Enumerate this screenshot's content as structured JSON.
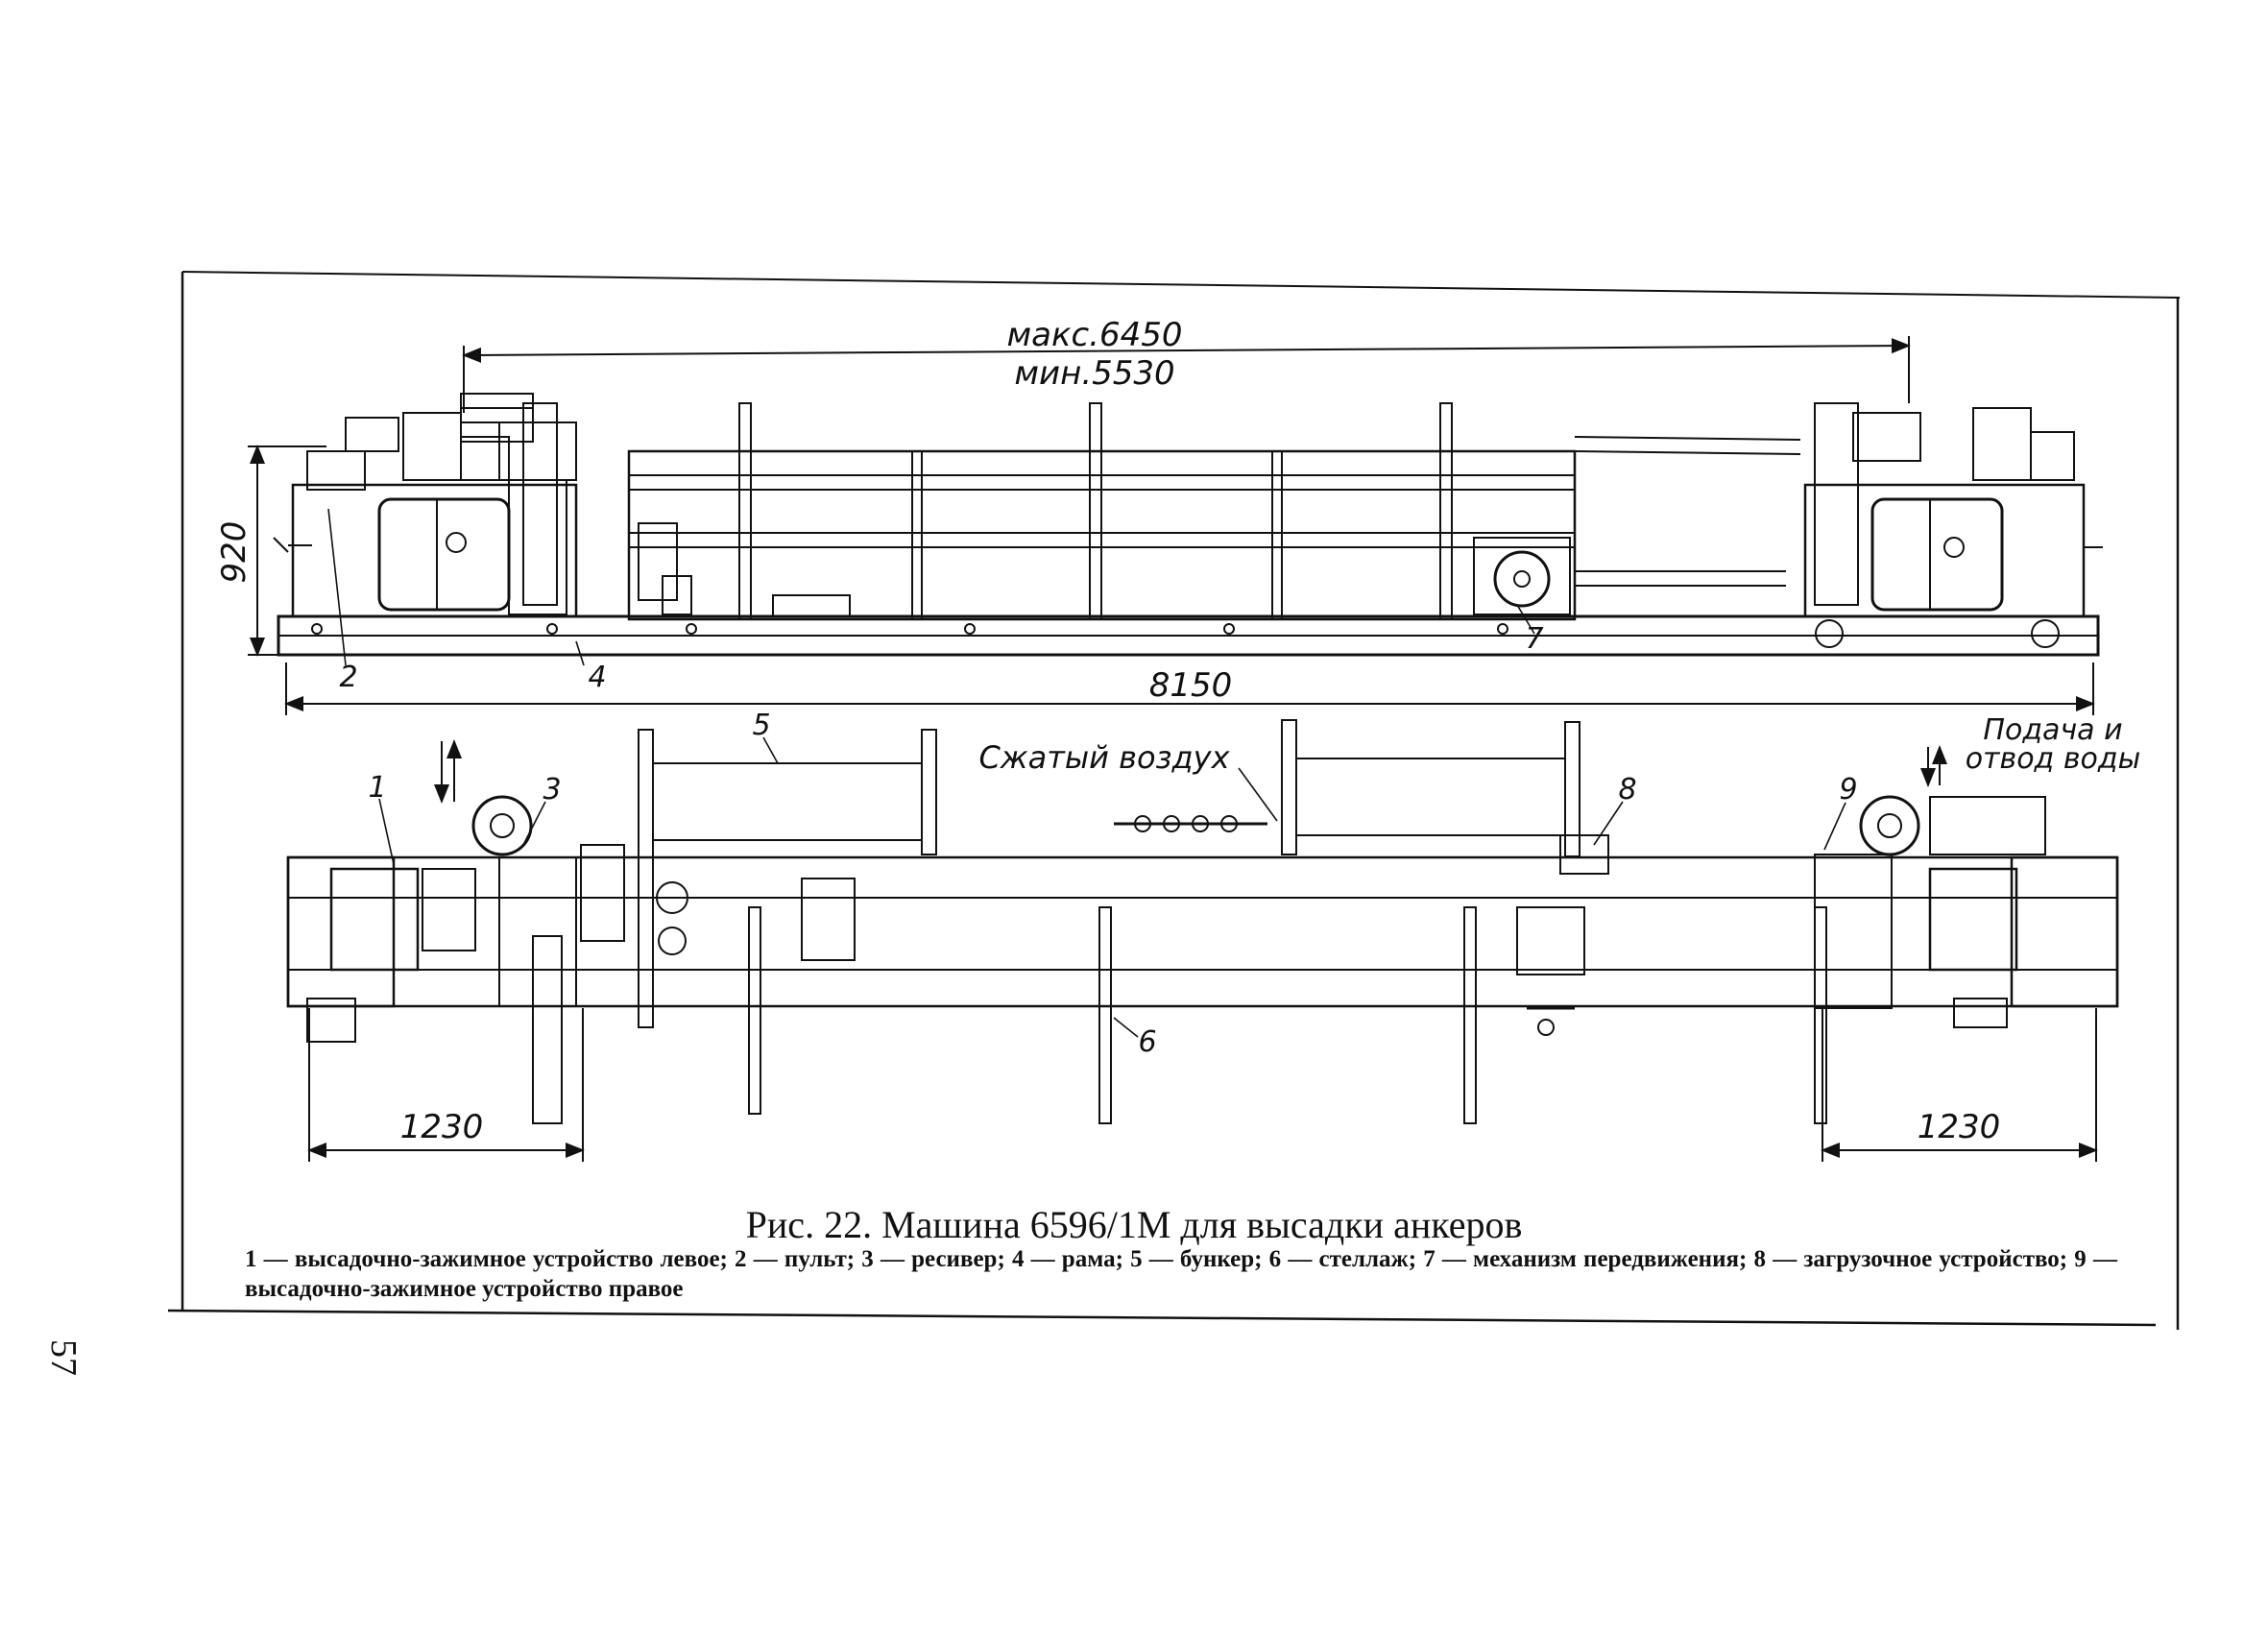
{
  "dimensions": {
    "max": "макс.6450",
    "min": "мин.5530",
    "height": "920",
    "overall": "8150",
    "left_width": "1230",
    "right_width": "1230"
  },
  "callouts": {
    "n1": "1",
    "n2": "2",
    "n3": "3",
    "n4": "4",
    "n5": "5",
    "n6": "6",
    "n7": "7",
    "n8": "8",
    "n9": "9"
  },
  "annotations": {
    "air": "Сжатый воздух",
    "water_1": "Подача и",
    "water_2": "отвод воды"
  },
  "caption": {
    "title": "Рис. 22. Машина 6596/1М для высадки анкеров",
    "legend": "1 — высадочно-зажимное устройство левое; 2 — пульт; 3 — ресивер; 4 — рама; 5 — бункер; 6 — стеллаж; 7 — механизм передвижения; 8 — загрузочное устройство; 9 — высадочно-зажимное устройство правое"
  },
  "page_number": "57"
}
